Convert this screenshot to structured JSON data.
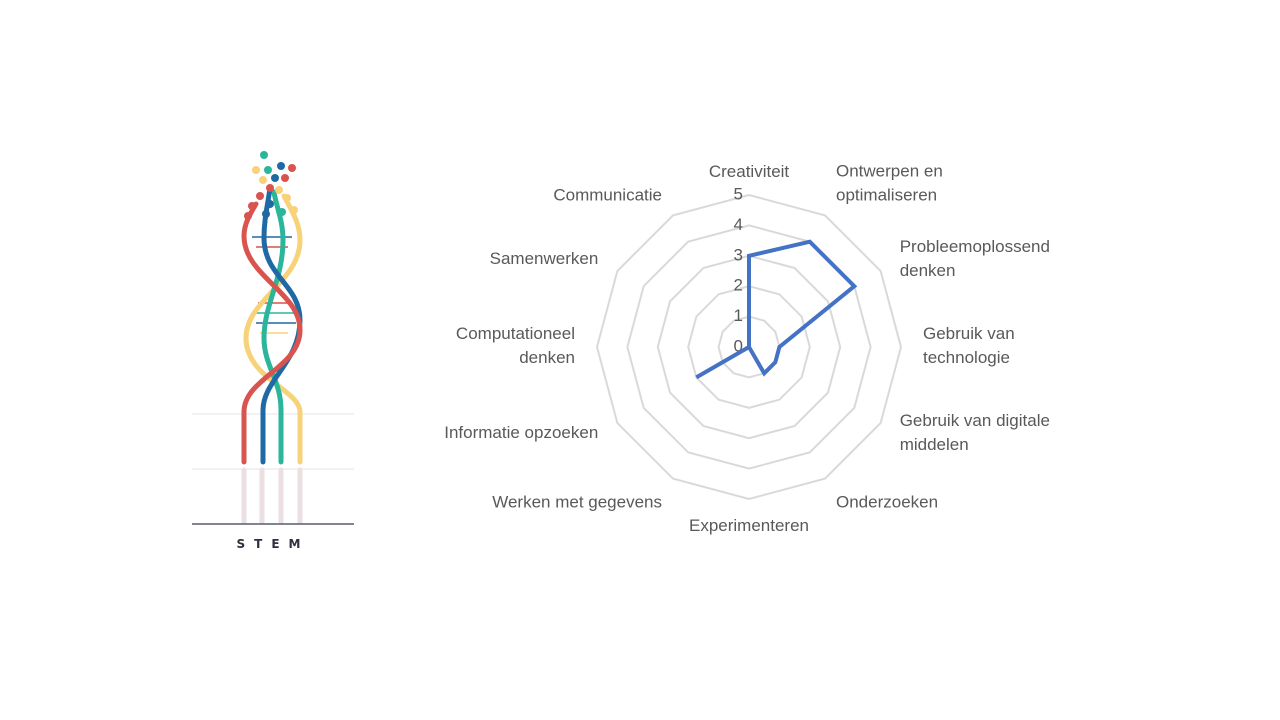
{
  "logo": {
    "label": "STEM",
    "colors": {
      "red": "#d9534f",
      "blue": "#1f6aa5",
      "teal": "#2bb59b",
      "yellow": "#f7d279",
      "line": "#5b5b6b"
    }
  },
  "chart_data": {
    "type": "radar",
    "categories": [
      "Creativiteit",
      "Ontwerpen en optimaliseren",
      "Probleemoplossend denken",
      "Gebruik van technologie",
      "Gebruik van digitale middelen",
      "Onderzoeken",
      "Experimenteren",
      "Werken met gegevens",
      "Informatie opzoeken",
      "Computationeel denken",
      "Samenwerken",
      "Communicatie"
    ],
    "series": [
      {
        "values": [
          3,
          4,
          4,
          1,
          1,
          1,
          0,
          0,
          2,
          0,
          0,
          0
        ],
        "color": "#4472c4"
      }
    ],
    "rlim": [
      0,
      5
    ],
    "ticks": [
      "0",
      "1",
      "2",
      "3",
      "4",
      "5"
    ],
    "grid": true,
    "grid_color": "#d9d9d9",
    "legend": "none"
  }
}
